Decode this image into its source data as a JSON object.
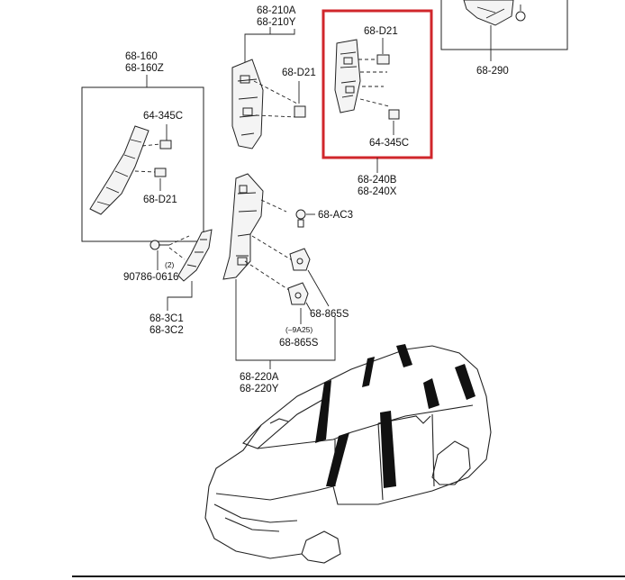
{
  "colors": {
    "ink": "#222222",
    "highlight": "#d0262b",
    "pillar": "#111111",
    "background": "#ffffff"
  },
  "labels": {
    "p_210a": "68-210A",
    "p_210y": "68-210Y",
    "d21_mid": "68-D21",
    "d21_box": "68-D21",
    "c345_box": "64-345C",
    "p_240b": "68-240B",
    "p_240x": "68-240X",
    "p_290": "68-290",
    "p_160": "68-160",
    "p_160z": "68-160Z",
    "c345_left": "64-345C",
    "d21_left": "68-D21",
    "ac3": "68-AC3",
    "bolt_num": "(2)",
    "bolt": "90786-0616",
    "c1": "68-3C1",
    "c2": "68-3C2",
    "s865_a": "68-865S",
    "s_9a25": "(–9A25)",
    "s865_b": "68-865S",
    "p_220a": "68-220A",
    "p_220y": "68-220Y"
  }
}
